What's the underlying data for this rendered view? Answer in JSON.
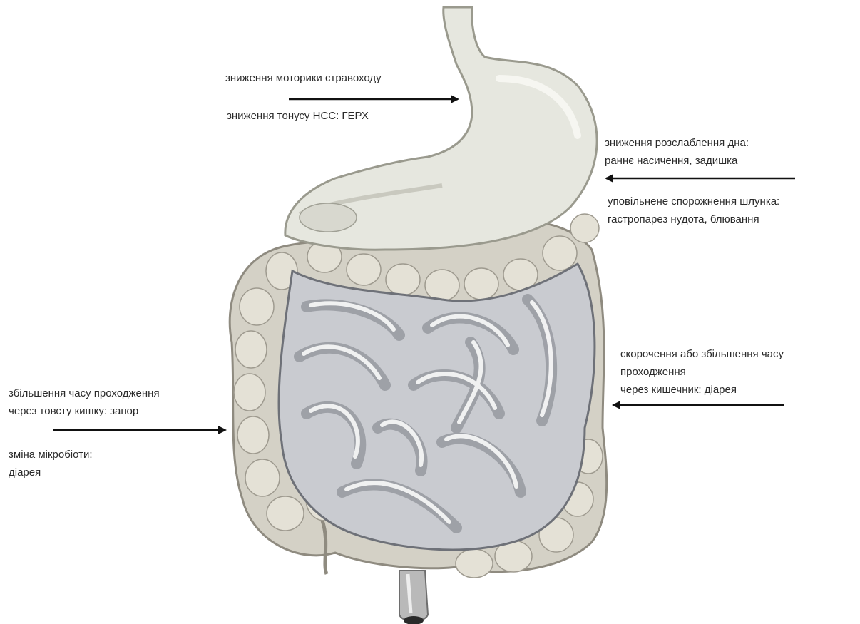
{
  "colors": {
    "text": "#2a2a2a",
    "arrow": "#111111",
    "stomach_fill": "#e6e7df",
    "stomach_outline": "#9a9a8e",
    "intestine_fill": "#c9cbd0",
    "intestine_highlight": "#ffffff",
    "intestine_shadow": "#7c7f86",
    "colon_fill": "#d4d1c6",
    "colon_shadow": "#8f8b80",
    "rectum_fill": "#b9b9b9"
  },
  "labels": {
    "esophagus_motility": "зниження моторики стравоходу",
    "les_tone": "зниження тонусу НСС: ГЕРХ",
    "fundus_relaxation": {
      "line1": "зниження розслаблення дна:",
      "line2": "раннє насичення, задишка"
    },
    "gastric_emptying": {
      "line1": "уповільнене спорожнення шлунка:",
      "line2": "гастропарез нудота, блювання"
    },
    "intestinal_transit": {
      "line1": "скорочення або збільшення часу",
      "line2": "проходження",
      "line3": "через кишечник: діарея"
    },
    "colon_transit": {
      "line1": "збільшення часу проходження",
      "line2": "через товсту кишку: запор"
    },
    "microbiota": {
      "line1": "зміна мікробіоти:",
      "line2": "діарея"
    }
  }
}
